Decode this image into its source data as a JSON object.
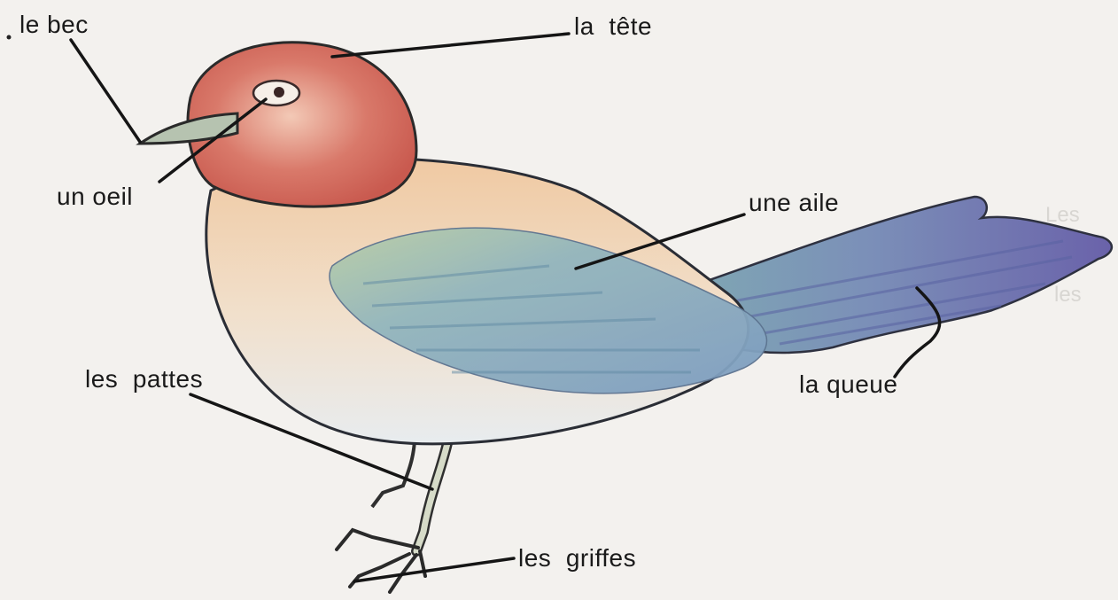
{
  "labels": {
    "bec": "le bec",
    "tete": "la  tête",
    "oeil": "un oeil",
    "aile": "une aile",
    "queue": "la queue",
    "pattes": "les  pattes",
    "griffes": "les  griffes"
  },
  "colors": {
    "background": "#f3f1ee",
    "head": "#cf6a58",
    "breast": "#f1cfa6",
    "wing": "#8fb2b8",
    "tail": "#6f6fb0",
    "leader_lines": "#151515"
  }
}
